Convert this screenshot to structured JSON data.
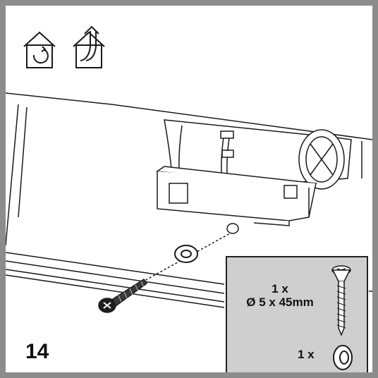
{
  "step": {
    "number": "14"
  },
  "icons": {
    "mode_recirculation": "recirculation-house-icon",
    "mode_extraction": "extraction-house-icon"
  },
  "hardware": {
    "screw": {
      "quantity": "1 x",
      "size": "Ø 5 x 45mm"
    },
    "washer": {
      "quantity": "1 x"
    }
  },
  "colors": {
    "border": "#8c8c8c",
    "detail_box": "#cfcfcf",
    "line": "#1a1a1a"
  }
}
